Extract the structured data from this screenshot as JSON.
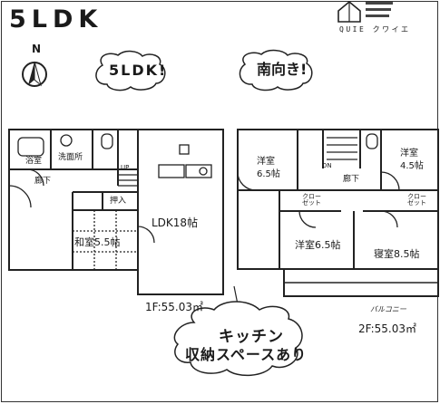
{
  "header": {
    "title": "5LDK",
    "logo_caption": "QUIE クワイエ"
  },
  "compass": {
    "north_label": "N"
  },
  "bubbles": {
    "layout": "5LDK!",
    "orientation": "南向き!"
  },
  "floor1": {
    "rooms": {
      "bath": "浴室",
      "washroom": "洗面所",
      "hallway": "廊下",
      "closet": "押入",
      "japanese_room": "和室5.5帖",
      "ldk": "LDK18帖",
      "stairs_up": "UP"
    },
    "area": "1F:55.03㎡"
  },
  "floor2": {
    "rooms": {
      "western_a": "洋室",
      "western_a_size": "6.5帖",
      "western_b": "洋室",
      "western_b_size": "4.5帖",
      "western_c": "洋室6.5帖",
      "master": "寝室8.5帖",
      "hallway": "廊下",
      "closet_a": "クロー\nゼット",
      "closet_b": "クロー\nゼット",
      "balcony": "バルコニー",
      "stairs_down": "DN"
    },
    "area": "2F:55.03㎡"
  },
  "callout": {
    "line1": "キッチン",
    "line2": "収納スペースあり"
  }
}
